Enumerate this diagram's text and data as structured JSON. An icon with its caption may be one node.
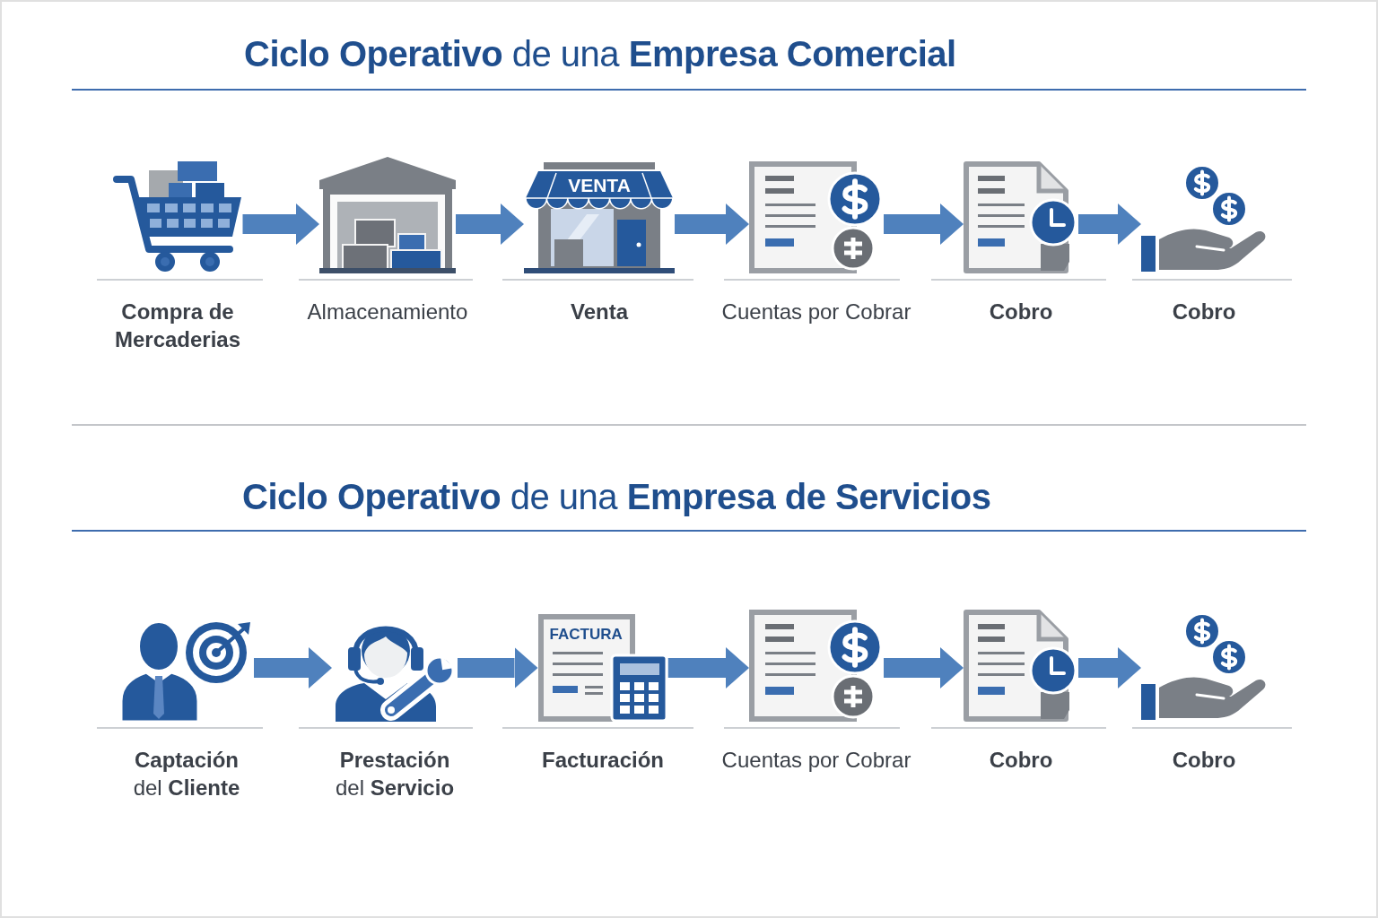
{
  "diagram": {
    "title": "**Ciclo Operativo** de una **Empresa Comercial**",
    "nodes": [
      {
        "text": [
          "Compra de Mercaderias"
        ]
      },
      {
        "text": [
          "Almacenamiento"
        ]
      },
      {
        "text": [
          "Venta"
        ]
      },
      {
        "text": [
          "Cuentas por Cobrar"
        ]
      },
      {
        "text": [
          "Cobro"
        ]
      },
      {
        "text": [
          "Cobro"
        ]
      },
      {
        "text": [
          "**Captación** del **Cliente**"
        ]
      },
      {
        "text": [
          "**Prestación** del **Servicio**"
        ]
      },
      {
        "text": [
          "Facturación"
        ]
      },
      {
        "text": [
          "Cuentas por Cobrar"
        ]
      },
      {
        "text": [
          "Cobro"
        ]
      },
      {
        "text": [
          "Cobro"
        ]
      }
    ],
    "edges": [
      {
        "from": 0,
        "to": 1,
        "arrow": "to"
      },
      {
        "from": 1,
        "to": 2,
        "arrow": "to"
      },
      {
        "from": 2,
        "to": 3,
        "arrow": "to"
      },
      {
        "from": 3,
        "to": 4,
        "arrow": "to"
      },
      {
        "from": 4,
        "to": 5,
        "arrow": "to"
      },
      {
        "from": 6,
        "to": 7,
        "arrow": "to"
      },
      {
        "from": 7,
        "to": 8,
        "arrow": "to"
      },
      {
        "from": 8,
        "to": 9,
        "arrow": "to"
      },
      {
        "from": 9,
        "to": 10,
        "arrow": "to"
      },
      {
        "from": 10,
        "to": 11,
        "arrow": "to"
      }
    ],
    "labels": [
      "VENTA",
      "**Ciclo Operativo** de una **Empresa de Servicios**",
      "FACTURA"
    ]
  }
}
